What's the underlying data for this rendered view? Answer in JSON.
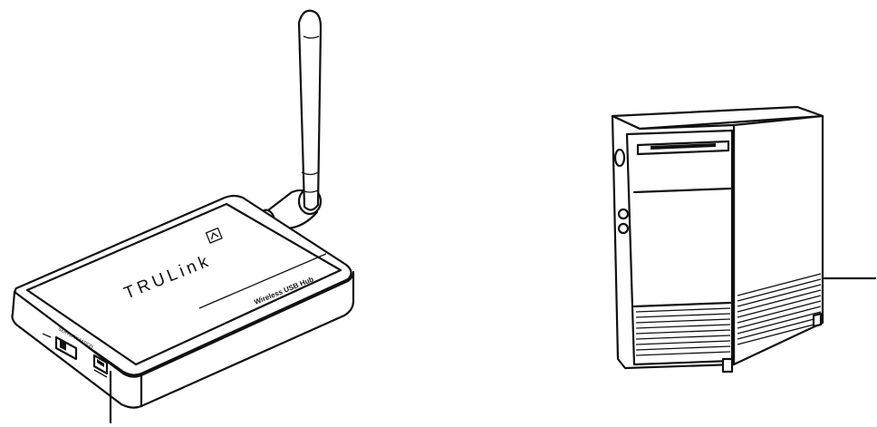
{
  "device": {
    "brand": "TRULink",
    "model_label": "Wireless USB Hub",
    "switch_label": "SERVER/STATION"
  },
  "computer": {}
}
